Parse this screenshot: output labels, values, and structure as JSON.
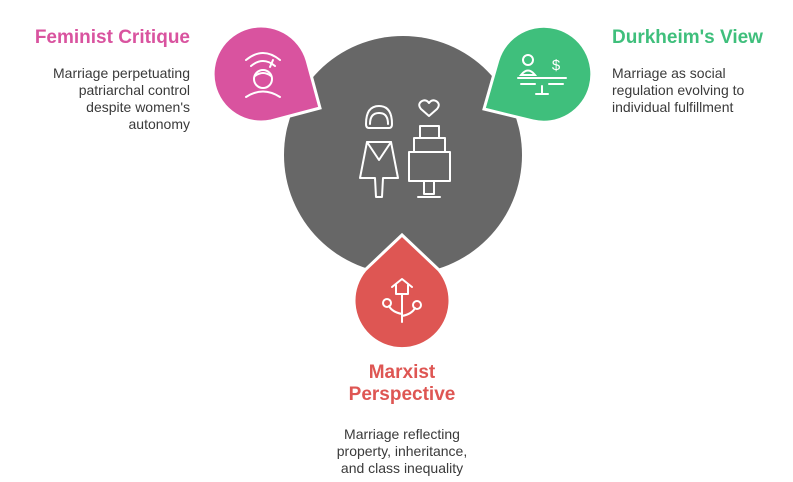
{
  "center": {
    "icon": "couple-wedding-cake-icon",
    "color": "#676767"
  },
  "feminist": {
    "title": "Feminist Critique",
    "desc": [
      "Marriage perpetuating",
      "patriarchal control",
      "despite women's",
      "autonomy"
    ],
    "color": "#d9539f",
    "icon": "woman-with-signal-icon"
  },
  "durkheim": {
    "title": "Durkheim's View",
    "desc": [
      "Marriage as social",
      "regulation evolving to",
      "individual fulfillment"
    ],
    "color": "#3fbf7c",
    "icon": "person-money-scale-icon"
  },
  "marxist": {
    "title": [
      "Marxist",
      "Perspective"
    ],
    "desc": [
      "Marriage reflecting",
      "property, inheritance,",
      "and class inequality"
    ],
    "color": "#de5653",
    "icon": "house-growth-plant-icon"
  }
}
